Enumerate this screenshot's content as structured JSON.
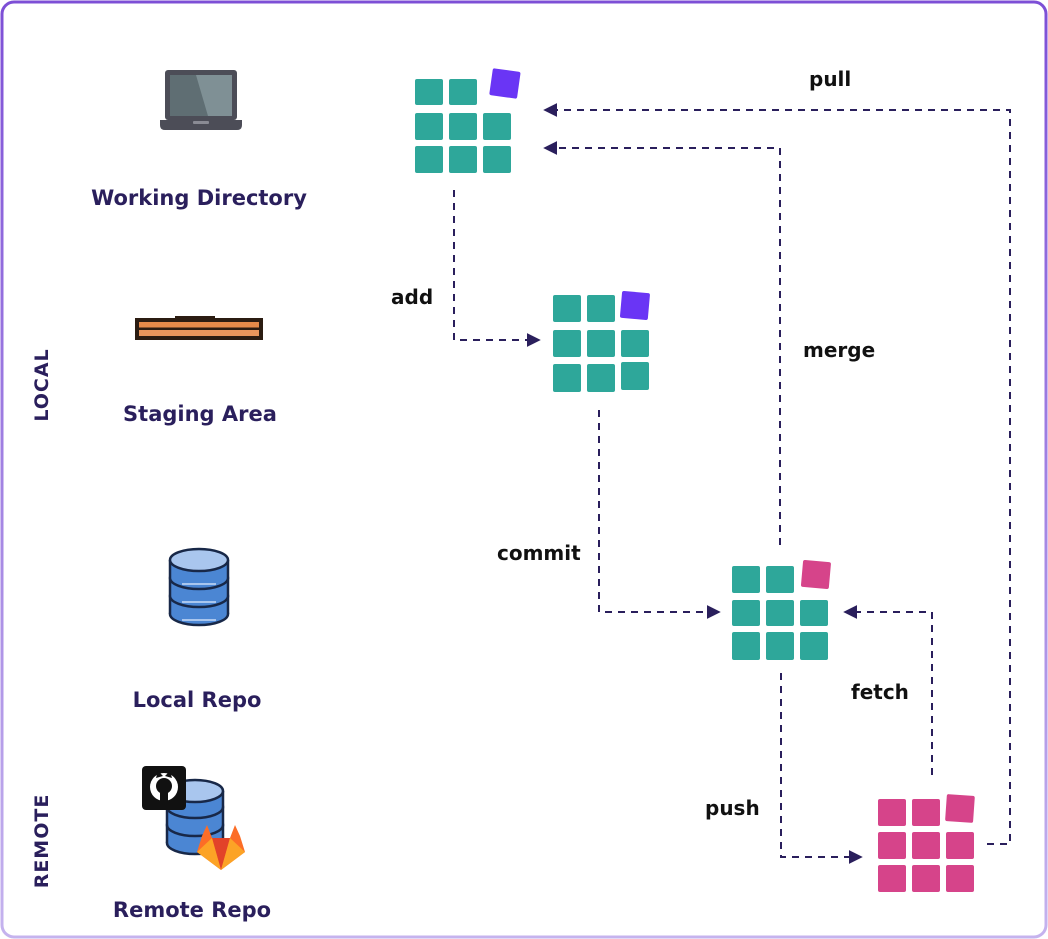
{
  "sections": {
    "local": "LOCAL",
    "remote": "REMOTE"
  },
  "stages": {
    "working_directory": "Working Directory",
    "staging_area": "Staging Area",
    "local_repo": "Local Repo",
    "remote_repo": "Remote Repo"
  },
  "commands": {
    "add": "add",
    "commit": "commit",
    "push": "push",
    "fetch": "fetch",
    "merge": "merge",
    "pull": "pull"
  },
  "icons": {
    "working_directory": "laptop-icon",
    "staging_area": "staging-tray-icon",
    "local_repo": "database-icon",
    "remote_repo": "database-with-github-gitlab-icon"
  },
  "colors": {
    "grid_lines": "#8a63d2",
    "file_teal": "#2ea79a",
    "file_changed_purple": "#6a35f5",
    "file_changed_pink": "#d6448a",
    "file_remote_pink": "#d6448a",
    "arrow": "#2a1f5c"
  }
}
